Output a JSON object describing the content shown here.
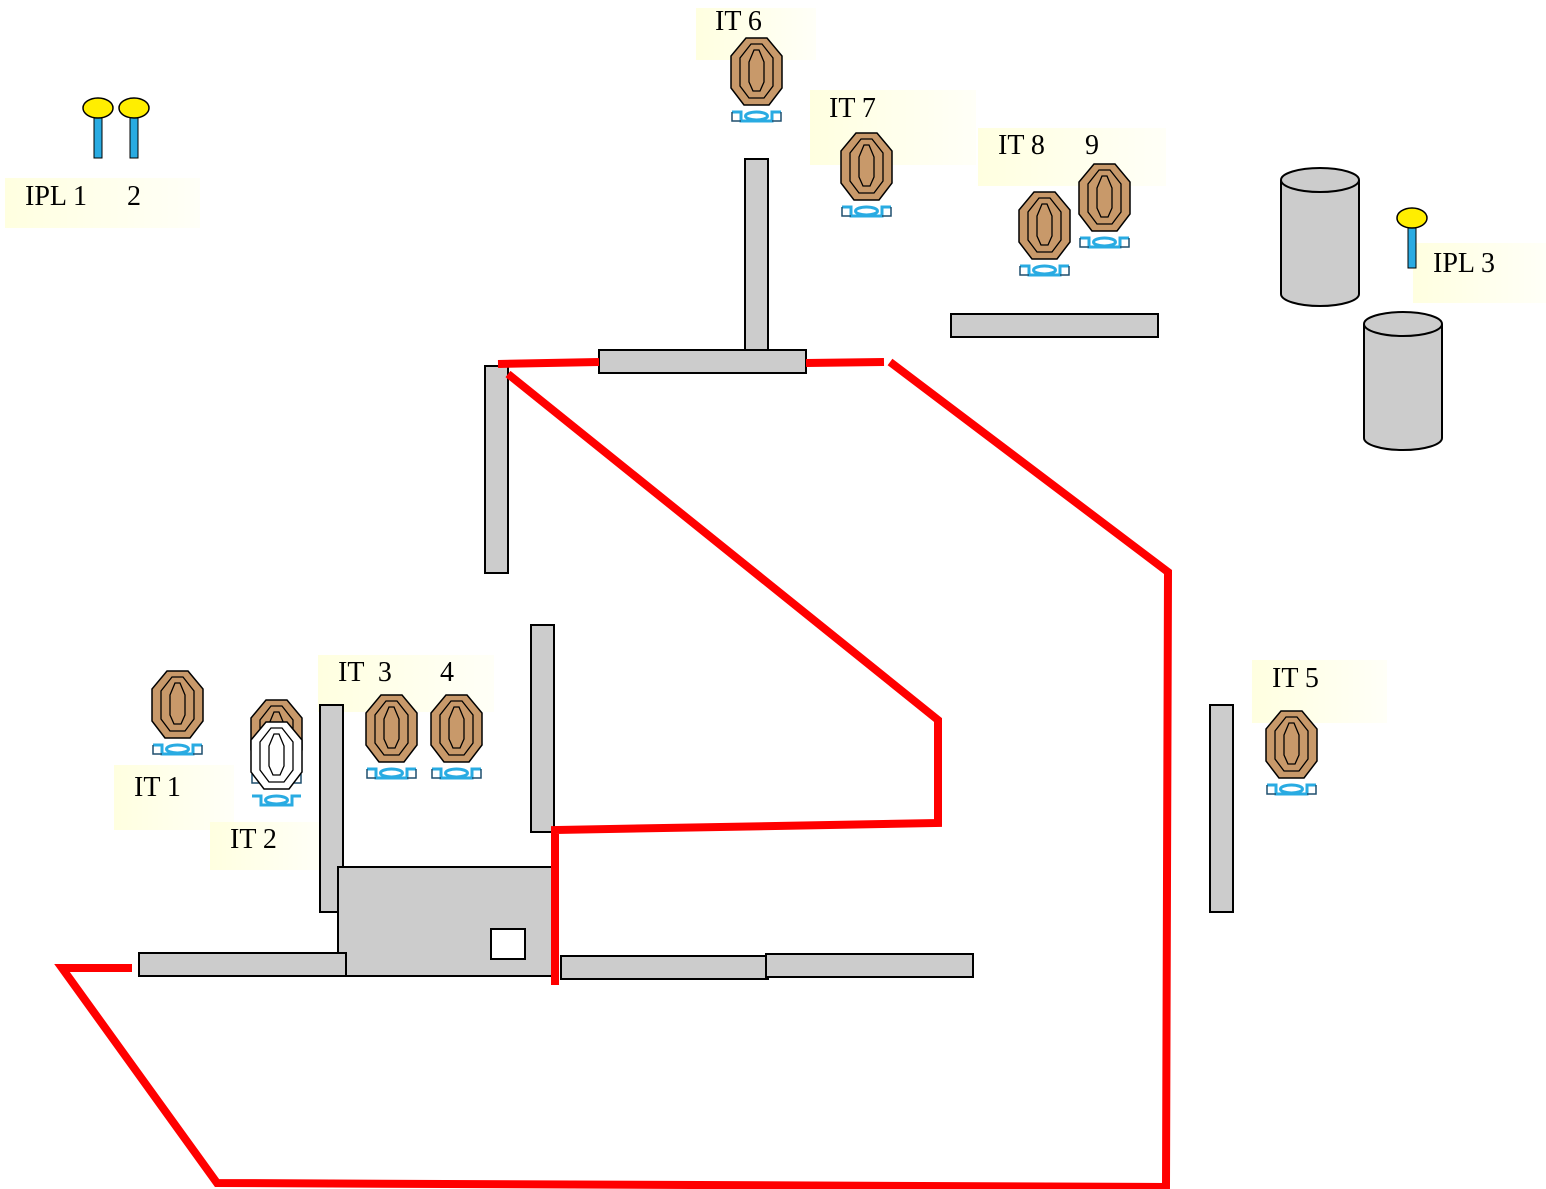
{
  "labels": {
    "ipl1": "IPL 1",
    "ipl2": "2",
    "ipl3": "IPL 3",
    "it1": "IT 1",
    "it2": "IT 2",
    "it3": "IT  3",
    "it4": "4",
    "it5": "IT 5",
    "it6": "IT 6",
    "it7": "IT 7",
    "it8": "IT 8",
    "it9": "9"
  },
  "colors": {
    "route": "#ff0000",
    "wall_fill": "#cccccc",
    "target_fill": "#c8996a",
    "target_white": "#ffffff",
    "stand": "#29abe2",
    "ipl_head": "#ffee00",
    "ipl_pole": "#29abe2",
    "label_bg": "#ffffe0"
  },
  "icons": {
    "target": "popper-target-icon",
    "no_shoot": "no-shoot-target-icon",
    "ipl": "ipl-pin-icon",
    "barrel": "barrel-icon"
  }
}
